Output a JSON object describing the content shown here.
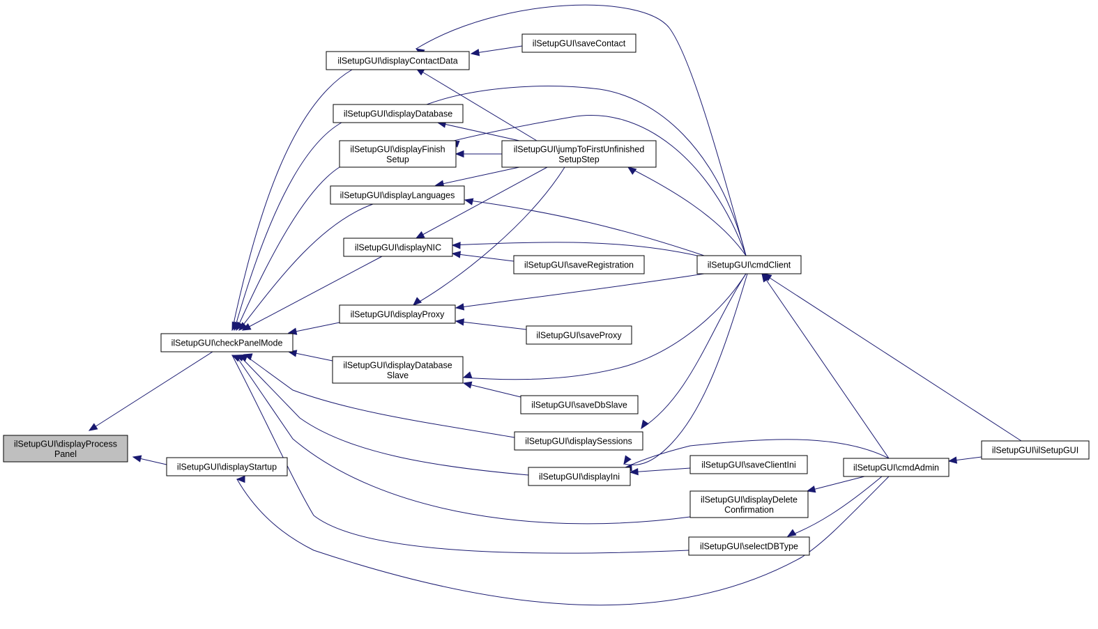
{
  "diagram": {
    "edge_color": "#191970",
    "highlight_color": "#bfbfbf",
    "nodes": [
      {
        "id": "n_dpp",
        "lines": [
          "ilSetupGUI\\displayProcess",
          "Panel"
        ],
        "highlight": true
      },
      {
        "id": "n_cpm",
        "lines": [
          "ilSetupGUI\\checkPanelMode"
        ]
      },
      {
        "id": "n_dst",
        "lines": [
          "ilSetupGUI\\displayStartup"
        ]
      },
      {
        "id": "n_dcd",
        "lines": [
          "ilSetupGUI\\displayContactData"
        ]
      },
      {
        "id": "n_ddb",
        "lines": [
          "ilSetupGUI\\displayDatabase"
        ]
      },
      {
        "id": "n_dfs",
        "lines": [
          "ilSetupGUI\\displayFinish",
          "Setup"
        ]
      },
      {
        "id": "n_dla",
        "lines": [
          "ilSetupGUI\\displayLanguages"
        ]
      },
      {
        "id": "n_dnic",
        "lines": [
          "ilSetupGUI\\displayNIC"
        ]
      },
      {
        "id": "n_dpx",
        "lines": [
          "ilSetupGUI\\displayProxy"
        ]
      },
      {
        "id": "n_dds",
        "lines": [
          "ilSetupGUI\\displayDatabase",
          "Slave"
        ]
      },
      {
        "id": "n_dse",
        "lines": [
          "ilSetupGUI\\displaySessions"
        ]
      },
      {
        "id": "n_din",
        "lines": [
          "ilSetupGUI\\displayIni"
        ]
      },
      {
        "id": "n_ddc",
        "lines": [
          "ilSetupGUI\\displayDelete",
          "Confirmation"
        ]
      },
      {
        "id": "n_sdb",
        "lines": [
          "ilSetupGUI\\selectDBType"
        ]
      },
      {
        "id": "n_svc",
        "lines": [
          "ilSetupGUI\\saveContact"
        ]
      },
      {
        "id": "n_jfu",
        "lines": [
          "ilSetupGUI\\jumpToFirstUnfinished",
          "SetupStep"
        ]
      },
      {
        "id": "n_svr",
        "lines": [
          "ilSetupGUI\\saveRegistration"
        ]
      },
      {
        "id": "n_svp",
        "lines": [
          "ilSetupGUI\\saveProxy"
        ]
      },
      {
        "id": "n_svd",
        "lines": [
          "ilSetupGUI\\saveDbSlave"
        ]
      },
      {
        "id": "n_svci",
        "lines": [
          "ilSetupGUI\\saveClientIni"
        ]
      },
      {
        "id": "n_cc",
        "lines": [
          "ilSetupGUI\\cmdClient"
        ]
      },
      {
        "id": "n_ca",
        "lines": [
          "ilSetupGUI\\cmdAdmin"
        ]
      },
      {
        "id": "n_isg",
        "lines": [
          "ilSetupGUI\\ilSetupGUI"
        ]
      }
    ]
  }
}
